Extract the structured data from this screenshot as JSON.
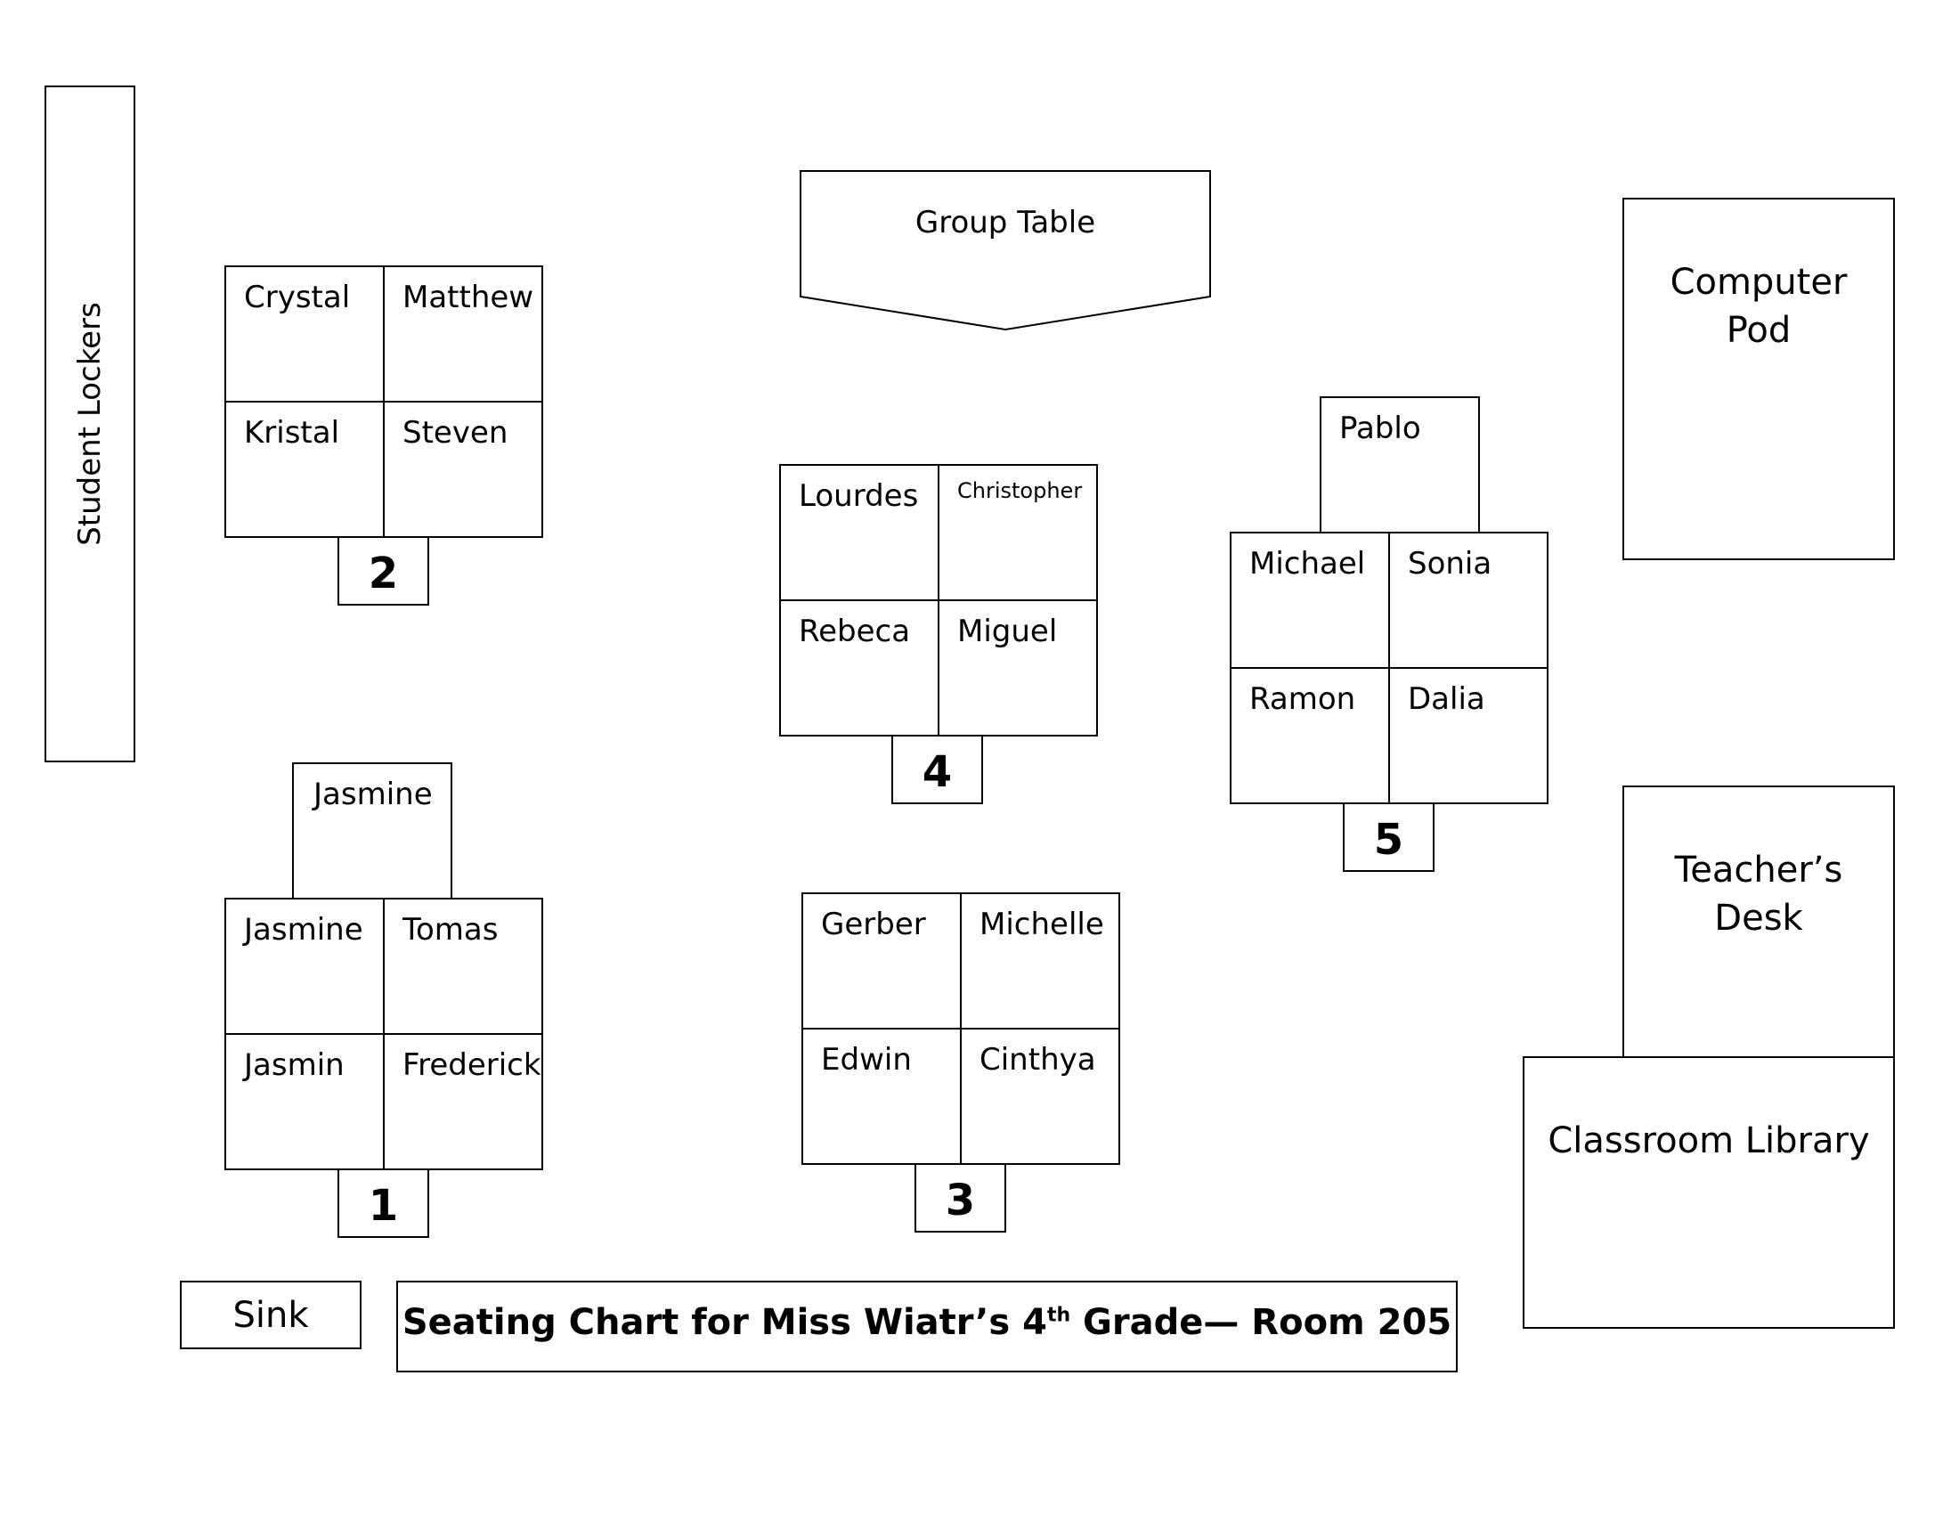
{
  "student_lockers": "Student Lockers",
  "group_table": "Group Table",
  "computer_pod": {
    "line1": "Computer",
    "line2": "Pod"
  },
  "teachers_desk": {
    "line1": "Teacher’s",
    "line2": "Desk"
  },
  "classroom_library": "Classroom Library",
  "sink": "Sink",
  "title": {
    "pre": "Seating Chart for Miss Wiatr’s 4",
    "sup": "th",
    "post": " Grade— Room 205"
  },
  "tables": {
    "t1": {
      "number": "1",
      "extra": "Jasmine",
      "tl": "Jasmine",
      "tr": "Tomas",
      "bl": "Jasmin",
      "br": "Frederick"
    },
    "t2": {
      "number": "2",
      "tl": "Crystal",
      "tr": "Matthew",
      "bl": "Kristal",
      "br": "Steven"
    },
    "t3": {
      "number": "3",
      "tl": "Gerber",
      "tr": "Michelle",
      "bl": "Edwin",
      "br": "Cinthya"
    },
    "t4": {
      "number": "4",
      "tl": "Lourdes",
      "tr": "Christopher",
      "bl": "Rebeca",
      "br": "Miguel"
    },
    "t5": {
      "number": "5",
      "extra": "Pablo",
      "tl": "Michael",
      "tr": "Sonia",
      "bl": "Ramon",
      "br": "Dalia"
    }
  }
}
